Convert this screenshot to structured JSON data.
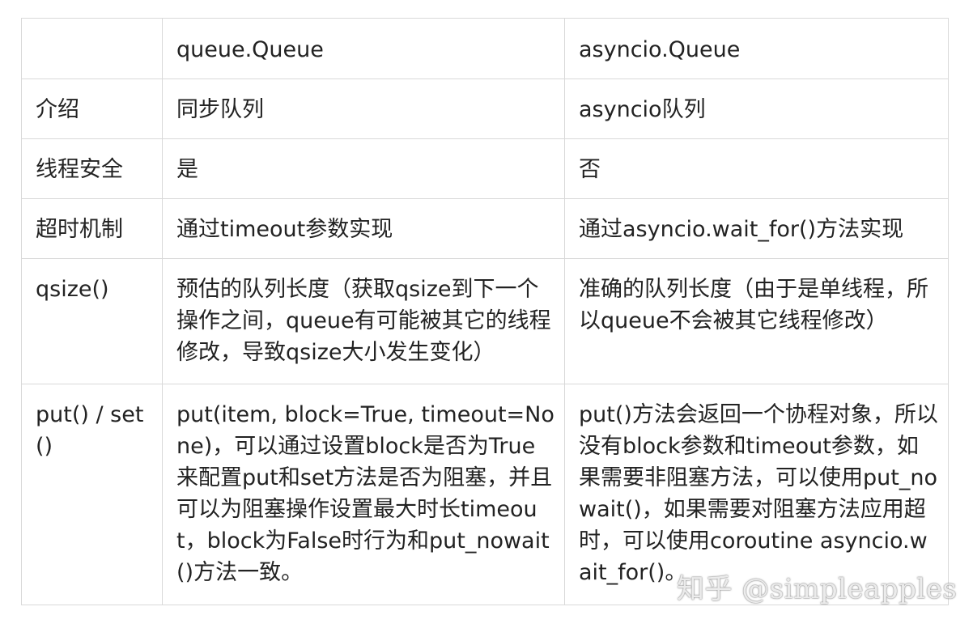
{
  "table": {
    "header": [
      "",
      "queue.Queue",
      "asyncio.Queue"
    ],
    "rows": [
      {
        "label": "介绍",
        "queue": "同步队列",
        "asyncio": "asyncio队列"
      },
      {
        "label": "线程安全",
        "queue": "是",
        "asyncio": "否"
      },
      {
        "label": "超时机制",
        "queue": "通过timeout参数实现",
        "asyncio": "通过asyncio.wait_for()方法实现"
      },
      {
        "label": "qsize()",
        "queue": "预估的队列长度（获取qsize到下一个操作之间，queue有可能被其它的线程修改，导致qsize大小发生变化）",
        "asyncio": "准确的队列长度（由于是单线程，所以queue不会被其它线程修改）"
      },
      {
        "label": "put() / set()",
        "queue": "put(item, block=True, timeout=None)，可以通过设置block是否为True来配置put和set方法是否为阻塞，并且可以为阻塞操作设置最大时长timeout，block为False时行为和put_nowait()方法一致。",
        "asyncio": "put()方法会返回一个协程对象，所以没有block参数和timeout参数，如果需要非阻塞方法，可以使用put_nowait()，如果需要对阻塞方法应用超时，可以使用coroutine asyncio.wait_for()。"
      }
    ]
  },
  "watermark": "知乎 @simpleapples"
}
